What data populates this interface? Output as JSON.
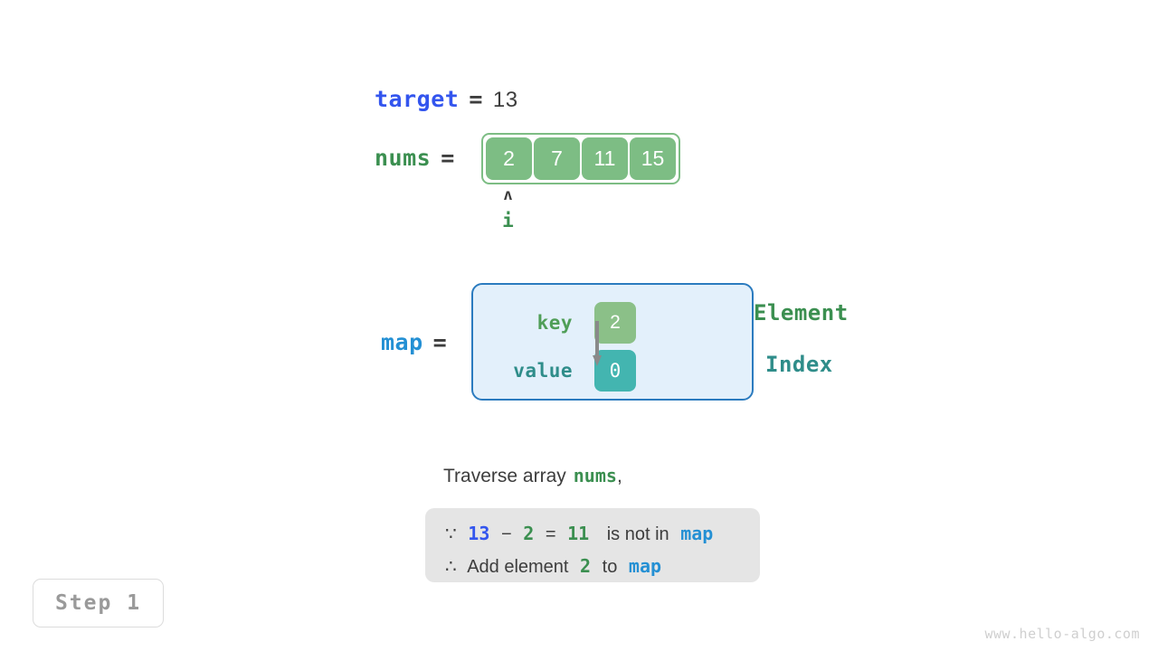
{
  "target": {
    "name": "target",
    "equals": "=",
    "value": "13"
  },
  "nums": {
    "name": "nums",
    "equals": "=",
    "cells": [
      "2",
      "7",
      "11",
      "15"
    ],
    "pointer": {
      "caret": "ʌ",
      "label": "i",
      "index": 0
    }
  },
  "map": {
    "name": "map",
    "equals": "=",
    "key_label": "key",
    "value_label": "value",
    "key_cell": "2",
    "value_cell": "0",
    "side_labels": {
      "element": "Element",
      "index": "Index"
    }
  },
  "explanation": {
    "traverse_prefix": "Traverse array",
    "traverse_keyword": "nums",
    "traverse_suffix": ",",
    "line1": {
      "because_symbol": "∵",
      "target": "13",
      "minus": "−",
      "element": "2",
      "equals": "=",
      "result": "11",
      "text": "is not in",
      "map": "map"
    },
    "line2": {
      "therefore_symbol": "∴",
      "text_before": "Add element",
      "element": "2",
      "text_middle": "to",
      "map": "map"
    }
  },
  "step_badge": "Step 1",
  "watermark": "www.hello-algo.com",
  "colors": {
    "blue": "#3355ee",
    "light_blue": "#2490d4",
    "green": "#3b8f50",
    "cell_green": "#7dbd84",
    "map_key_green": "#8bc088",
    "teal": "#43b5b0",
    "teal_text": "#2f8d8a",
    "map_border": "#2b7bbf",
    "map_fill": "#e3f0fb",
    "explain_bg": "#e5e5e5",
    "text_dark": "#3d3d3d",
    "muted": "#9a9a9a"
  }
}
